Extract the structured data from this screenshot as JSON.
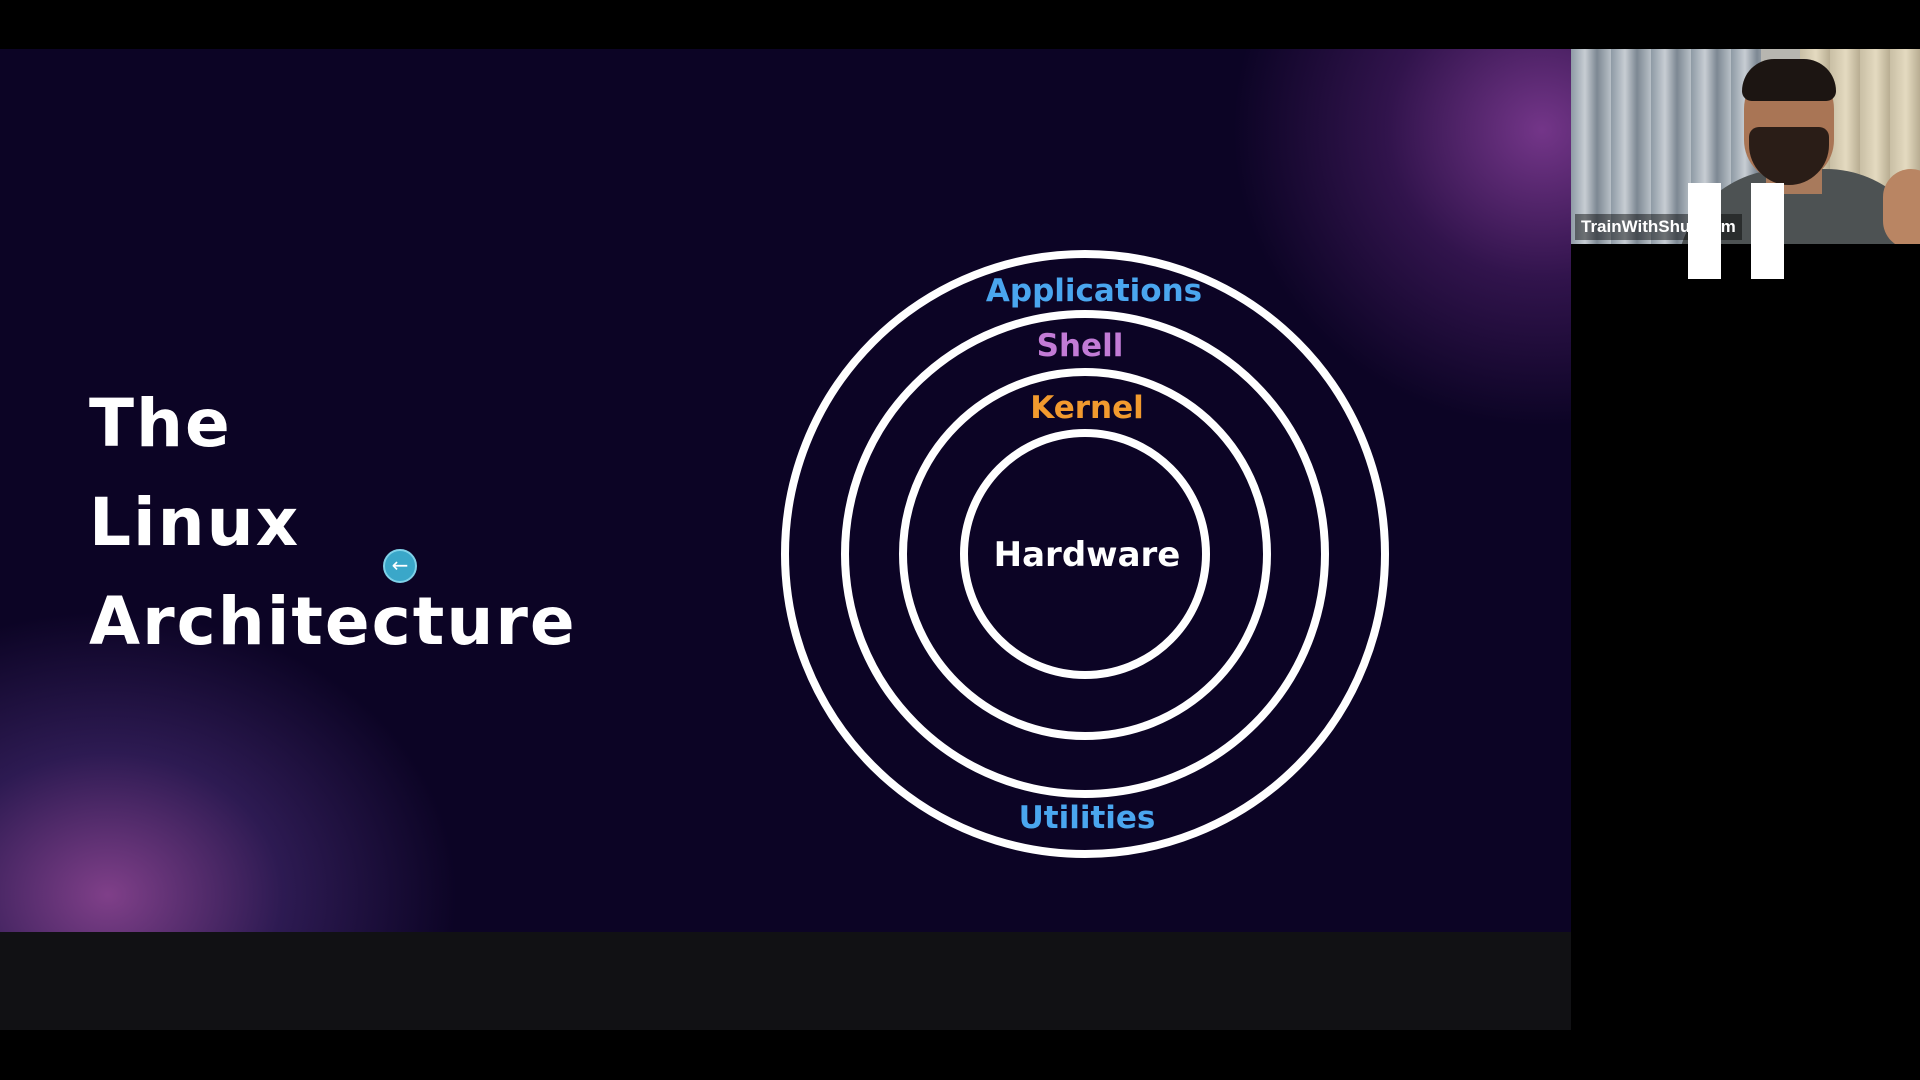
{
  "slide": {
    "title_lines": [
      "The",
      "Linux",
      "Architecture"
    ],
    "diagram": {
      "layers": [
        {
          "label": "Applications",
          "color": "#4aa6ef"
        },
        {
          "label": "Shell",
          "color": "#c27bd6"
        },
        {
          "label": "Kernel",
          "color": "#f29a2e"
        },
        {
          "label": "Hardware",
          "color": "#ffffff"
        },
        {
          "label": "Utilities",
          "color": "#4aa6ef"
        }
      ],
      "ring_color": "#ffffff"
    },
    "background_color": "#0c0425"
  },
  "cursor": {
    "icon": "arrow-left-icon",
    "color": "#3aa7c9"
  },
  "webcam": {
    "participant_name": "TrainWithShubham"
  },
  "overlay": {
    "icon": "pause-icon",
    "color": "#ffffff"
  }
}
